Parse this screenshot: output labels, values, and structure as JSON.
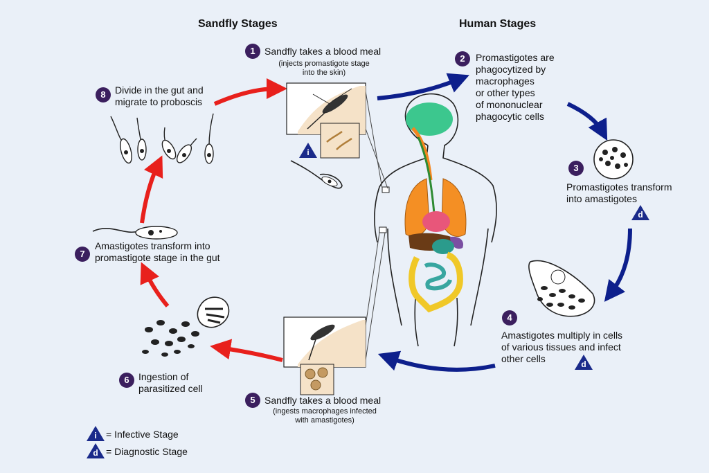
{
  "headers": {
    "sandfly": "Sandfly Stages",
    "human": "Human Stages"
  },
  "stages": [
    {
      "num": "1",
      "title": "Sandfly takes a blood meal",
      "note": "(injects promastigote stage\ninto the skin)"
    },
    {
      "num": "2",
      "title": "Promastigotes are\nphagocytized by\nmacrophages\nor other types\nof mononuclear\nphagocytic cells"
    },
    {
      "num": "3",
      "title": "Promastigotes transform\ninto amastigotes"
    },
    {
      "num": "4",
      "title": "Amastigotes multiply in cells\nof various tissues and infect\nother cells"
    },
    {
      "num": "5",
      "title": "Sandfly takes a blood meal",
      "note": "(ingests macrophages infected\nwith amastigotes)"
    },
    {
      "num": "6",
      "title": "Ingestion of\nparasitized cell"
    },
    {
      "num": "7",
      "title": "Amastigotes transform into\npromastigote stage in  the gut"
    },
    {
      "num": "8",
      "title": "Divide in the gut and\nmigrate to proboscis"
    }
  ],
  "badges": {
    "infective": "i",
    "diagnostic": "d"
  },
  "legend": {
    "infective": "= Infective Stage",
    "diagnostic": "= Diagnostic Stage"
  },
  "colors": {
    "sandfly_arrows": "#e8201c",
    "human_arrows": "#0d1f8c",
    "step_circle": "#3b1f5e",
    "badge": "#1a2a8a"
  }
}
